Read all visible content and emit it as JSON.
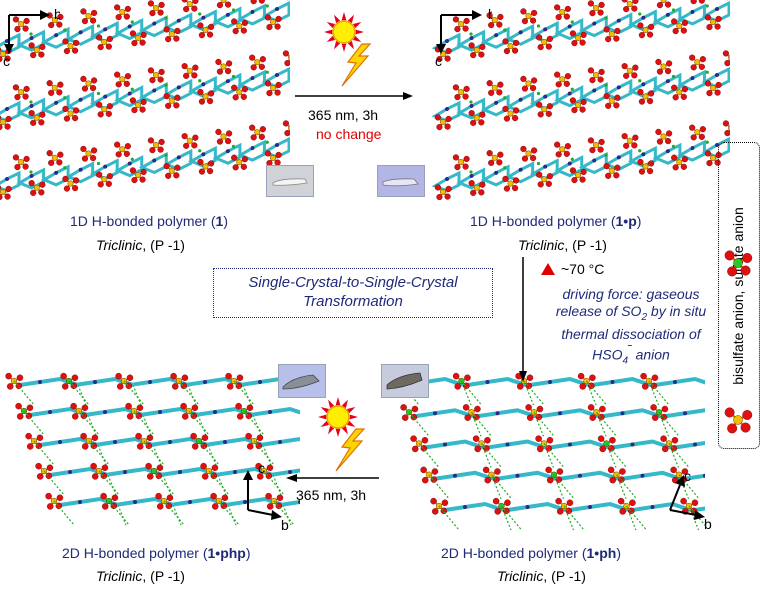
{
  "panels": {
    "p1": {
      "title_prefix": "1D H-bonded polymer (",
      "compound": "1",
      "title_suffix": ")",
      "system": "Triclinic",
      "space_group": ", (P -1)"
    },
    "p2": {
      "title_prefix": "1D H-bonded polymer (",
      "compound": "1•p",
      "title_suffix": ")",
      "system": "Triclinic",
      "space_group": ", (P -1)"
    },
    "p3": {
      "title_prefix": "2D H-bonded polymer (",
      "compound": "1•php",
      "title_suffix": ")",
      "system": "Triclinic",
      "space_group": ", (P -1)"
    },
    "p4": {
      "title_prefix": "2D H-bonded polymer (",
      "compound": "1•ph",
      "title_suffix": ")",
      "system": "Triclinic",
      "space_group": ", (P -1)"
    }
  },
  "axes": {
    "b": "b",
    "c": "c"
  },
  "step1": {
    "condition": "365 nm, 3h",
    "result": "no change"
  },
  "step2": {
    "temperature": "~70 °C",
    "line1": "driving force: gaseous",
    "line2a": "release of SO",
    "line2sub": "2",
    "line2b": " by in situ",
    "line3": "thermal dissociation of",
    "line4a": "HSO",
    "line4sub": "4",
    "line4sup": "‾",
    "line4b": " anion"
  },
  "step3": {
    "condition": "365 nm, 3h"
  },
  "transformation": {
    "line1": "Single-Crystal-to-Single-Crystal",
    "line2": "Transformation"
  },
  "legend": {
    "text": "bisulfate anion,   sulfate anion"
  },
  "colors": {
    "title": "#1f2a78",
    "arrow": "#000000",
    "red": "#e00000",
    "oxygen": "#e01010",
    "sulfur": "#f0c000",
    "carbon": "#35b8c8",
    "nitrogen": "#1030c0",
    "hbond": "#22aa22",
    "sulfate_center": "#22cc22"
  }
}
